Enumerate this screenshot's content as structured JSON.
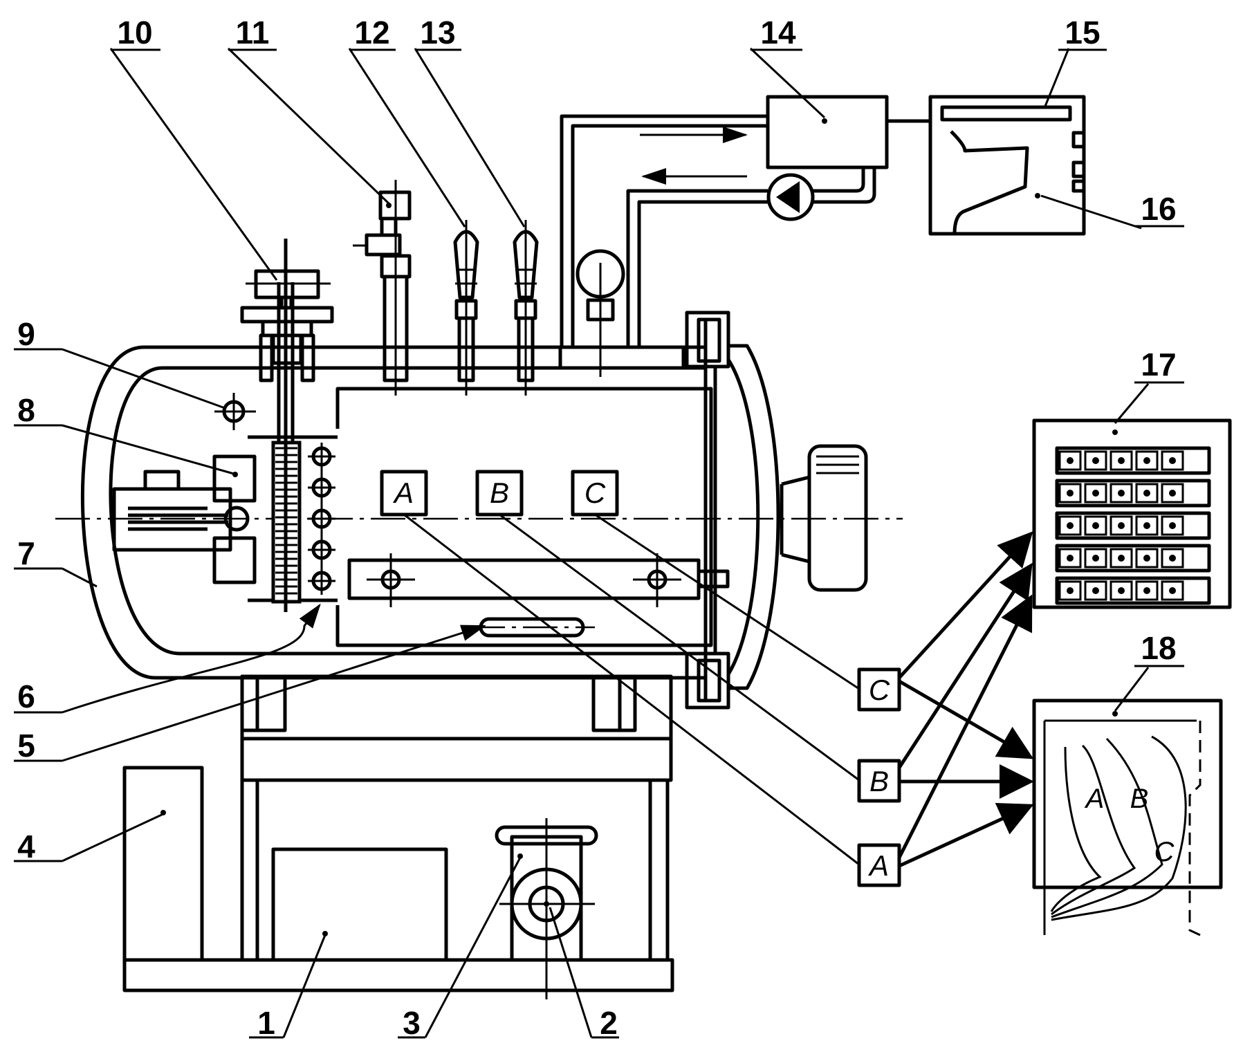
{
  "callouts": [
    {
      "id": "c1",
      "text": "1"
    },
    {
      "id": "c2",
      "text": "2"
    },
    {
      "id": "c3",
      "text": "3"
    },
    {
      "id": "c4",
      "text": "4"
    },
    {
      "id": "c5",
      "text": "5"
    },
    {
      "id": "c6",
      "text": "6"
    },
    {
      "id": "c7",
      "text": "7"
    },
    {
      "id": "c8",
      "text": "8"
    },
    {
      "id": "c9",
      "text": "9"
    },
    {
      "id": "c10",
      "text": "10"
    },
    {
      "id": "c11",
      "text": "11"
    },
    {
      "id": "c12",
      "text": "12"
    },
    {
      "id": "c13",
      "text": "13"
    },
    {
      "id": "c14",
      "text": "14"
    },
    {
      "id": "c15",
      "text": "15"
    },
    {
      "id": "c16",
      "text": "16"
    },
    {
      "id": "c17",
      "text": "17"
    },
    {
      "id": "c18",
      "text": "18"
    }
  ],
  "sensor_points": [
    "A",
    "B",
    "C"
  ],
  "channel_boxes": [
    "C",
    "B",
    "A"
  ],
  "curve_labels": [
    "A",
    "B",
    "C"
  ],
  "panel_17": {
    "rows": 5,
    "dots_per_row": 5
  }
}
